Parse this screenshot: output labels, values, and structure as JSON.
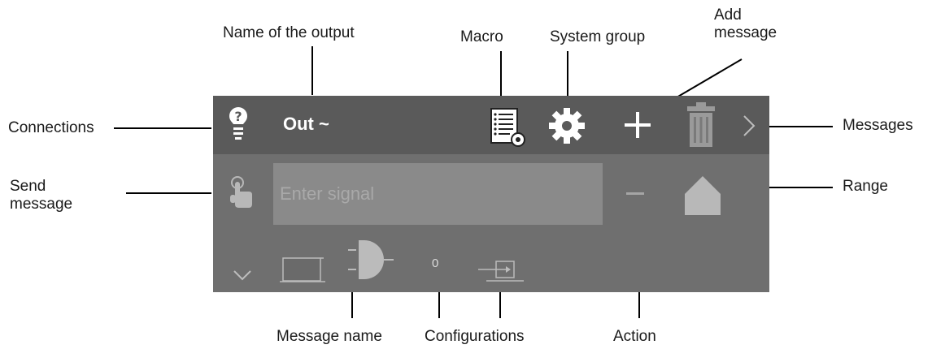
{
  "annotations": {
    "name_of_output": "Name of the output",
    "macro": "Macro",
    "system_group": "System group",
    "add_message": "Add message",
    "connections": "Connections",
    "messages": "Messages",
    "send_message": "Send message",
    "range": "Range",
    "message_name": "Message name",
    "configurations": "Configurations",
    "action": "Action"
  },
  "topbar": {
    "title": "Out ~",
    "icons": [
      "connections-bulb-icon",
      "macro-list-icon",
      "gear-icon",
      "plus-icon",
      "trash-icon",
      "chevron-right-icon"
    ]
  },
  "row": {
    "signal_placeholder": "Enter signal",
    "icons": [
      "hand-touch-icon",
      "minus-icon",
      "home-range-icon"
    ]
  },
  "bottom": {
    "config_count": "0",
    "icons": [
      "chevron-down-icon",
      "module-box-icon",
      "and-gate-icon",
      "configuration-arrow-icon"
    ]
  },
  "colors": {
    "panel": "#6f6f6f",
    "topbar": "#5a5a5a",
    "input": "#8a8a8a",
    "icon": "#ffffff"
  }
}
